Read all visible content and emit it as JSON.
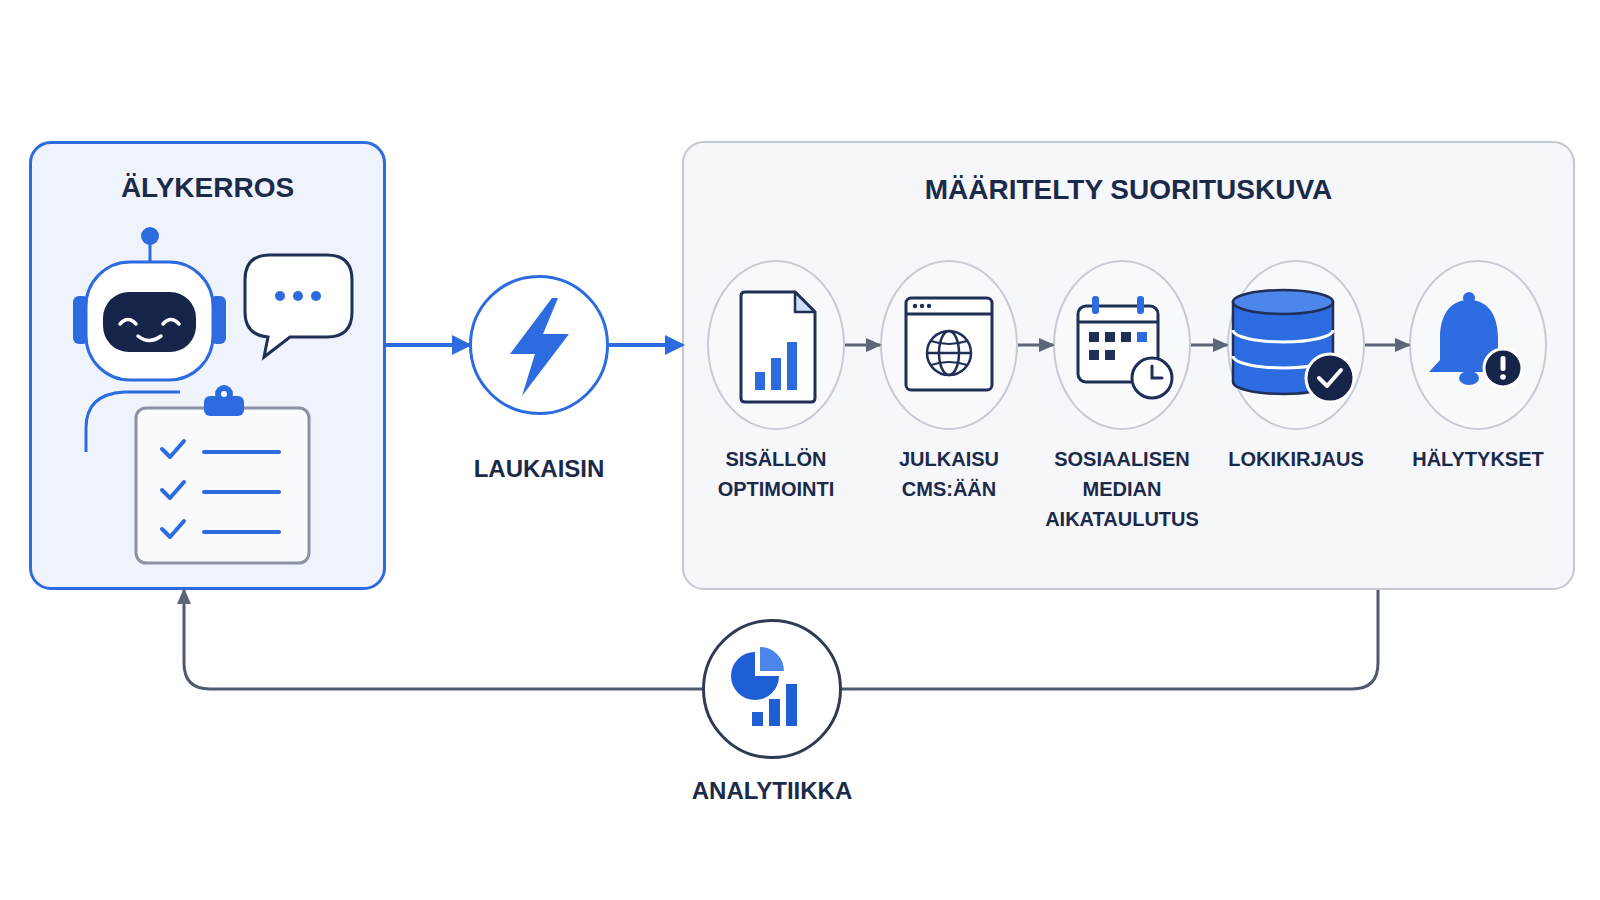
{
  "diagram": {
    "nodes": [
      {
        "text": [
          "ÄLYKERROS"
        ]
      },
      {
        "text": [
          "LAUKAISIN"
        ]
      },
      {
        "text": [
          "MÄÄRITELTY SUORITUSKUVA"
        ]
      },
      {
        "text": [
          "SISÄLLÖN OPTIMOINTI"
        ],
        "in": 2
      },
      {
        "text": [
          "JULKAISU CMS:ÄÄN"
        ],
        "in": 2
      },
      {
        "text": [
          "SOSIAALISEN MEDIAN AIKATAULUTUS"
        ],
        "in": 2
      },
      {
        "text": [
          "LOKIKIRJAUS"
        ],
        "in": 2
      },
      {
        "text": [
          "HÄLYTYKSET"
        ],
        "in": 2
      },
      {
        "text": [
          "ANALYTIIKKA"
        ]
      }
    ],
    "edges": [
      {
        "from": 0,
        "to": 1,
        "arrow": "to"
      },
      {
        "from": 1,
        "to": 2,
        "arrow": "to"
      },
      {
        "from": 3,
        "to": 4,
        "arrow": "to"
      },
      {
        "from": 4,
        "to": 5,
        "arrow": "to"
      },
      {
        "from": 5,
        "to": 6,
        "arrow": "to"
      },
      {
        "from": 6,
        "to": 7,
        "arrow": "to"
      },
      {
        "from": 2,
        "to": 8,
        "arrow": "none"
      },
      {
        "from": 8,
        "to": 0,
        "arrow": "to"
      }
    ]
  }
}
